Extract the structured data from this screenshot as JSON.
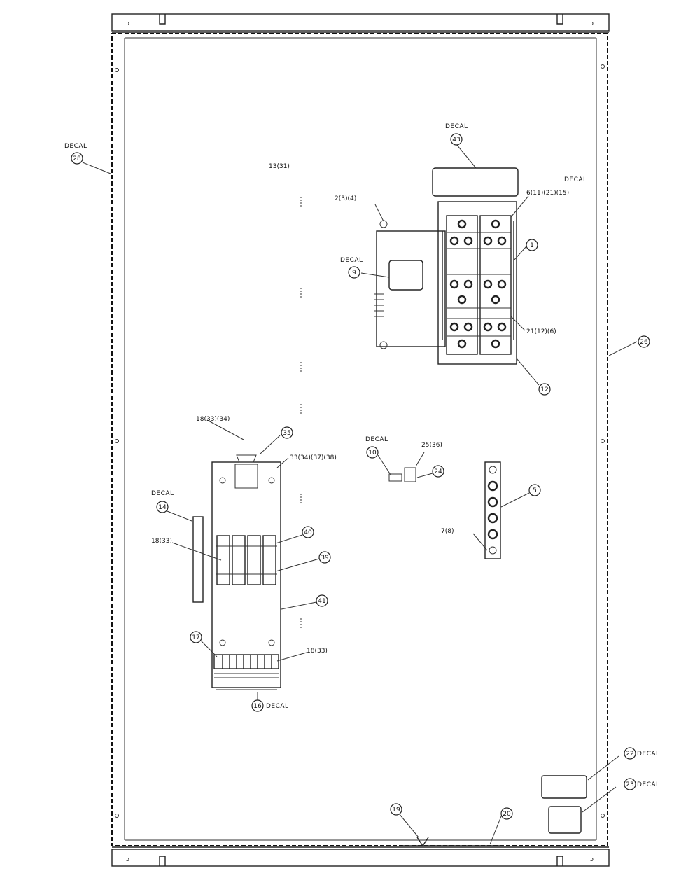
{
  "callouts": {
    "c28": "28",
    "c43": "43",
    "c1331": "13(31)",
    "c234": "2(3)(4)",
    "c6_11_21_15": "6(11)(21)(15)",
    "c1": "1",
    "c9": "9",
    "c21_12_6": "21(12)(6)",
    "c12": "12",
    "c26": "26",
    "c18_33_34": "18(33)(34)",
    "c35": "35",
    "c33_34_37_38": "33(34)(37)(38)",
    "c10": "10",
    "c25_36": "25(36)",
    "c24": "24",
    "c5": "5",
    "c7_8": "7(8)",
    "c14": "14",
    "c18_33a": "18(33)",
    "c40": "40",
    "c39": "39",
    "c41": "41",
    "c17": "17",
    "c18_33b": "18(33)",
    "c16": "16",
    "c22": "22",
    "c23": "23",
    "c19": "19",
    "c20": "20"
  },
  "decal_word": "DECAL"
}
